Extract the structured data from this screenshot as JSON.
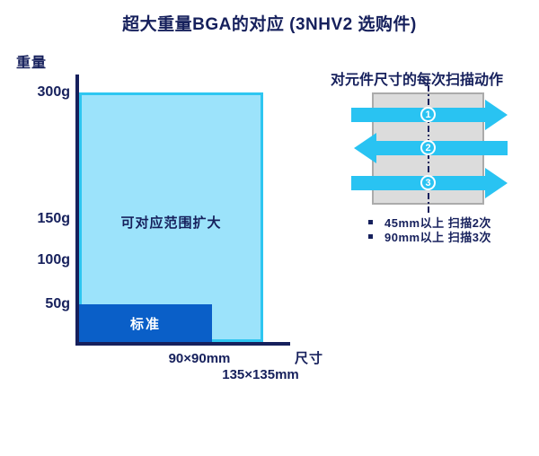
{
  "page": {
    "title": "超大重量BGA的对应 (3NHV2 选购件)"
  },
  "colors": {
    "navy_text": "#16205c",
    "cyan_accent": "#29c3f2",
    "expanded_fill": "#9ce3fb",
    "expanded_border": "#2ec6f1",
    "standard_fill": "#0a5fc8",
    "component_fill": "#dcdcdc",
    "component_border": "#ababab",
    "background": "#ffffff"
  },
  "chart_data": {
    "type": "area",
    "title": "超大重量BGA的对应 (3NHV2 选购件)",
    "ylabel": "重量",
    "xlabel": "尺寸",
    "ylim": [
      0,
      300
    ],
    "yticks": [
      "300g",
      "150g",
      "100g",
      "50g"
    ],
    "xticks": [
      "90×90mm",
      "135×135mm"
    ],
    "grid": false,
    "regions": [
      {
        "name": "standard",
        "label": "标准",
        "max_size": "90×90mm",
        "max_weight": "50g"
      },
      {
        "name": "expanded",
        "label": "可对应范围扩大",
        "max_size": "135×135mm",
        "max_weight": "300g"
      }
    ]
  },
  "scan_panel": {
    "title": "对元件尺寸的每次扫描动作",
    "steps": [
      {
        "num": "1",
        "direction": "right"
      },
      {
        "num": "2",
        "direction": "left"
      },
      {
        "num": "3",
        "direction": "right"
      }
    ],
    "notes": [
      "45mm以上 扫描2次",
      "90mm以上 扫描3次"
    ]
  }
}
